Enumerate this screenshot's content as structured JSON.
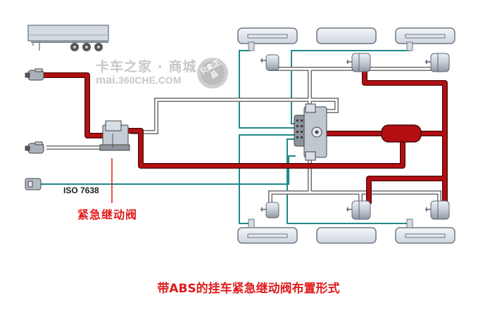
{
  "watermark": {
    "cn": "卡车之家 · 商城",
    "en_main": "mai.",
    "en_domain": "360CHE.COM",
    "badge": "只卖正品"
  },
  "labels": {
    "iso": "ISO 7638",
    "valve": "紧急继动阀"
  },
  "caption": "带ABS的挂车紧急继动阀布置形式",
  "colors": {
    "pressure_line": "#b30f12",
    "control_line": "#8a8a8a",
    "electric_line": "#1f8a8a",
    "label_red": "#e01b1b",
    "component": "#cfd8e2"
  },
  "components": {
    "trailer_icon": "semi-trailer-icon",
    "coupling_heads": [
      "supply-coupling-head",
      "control-coupling-head"
    ],
    "abs_connector": "iso-7638-connector",
    "relay_valve": "emergency-relay-valve",
    "abs_modulator": "abs-modulator",
    "air_reservoir": "air-reservoir",
    "brake_chambers": 6,
    "wheels": 6,
    "wheel_sensors": 4
  }
}
